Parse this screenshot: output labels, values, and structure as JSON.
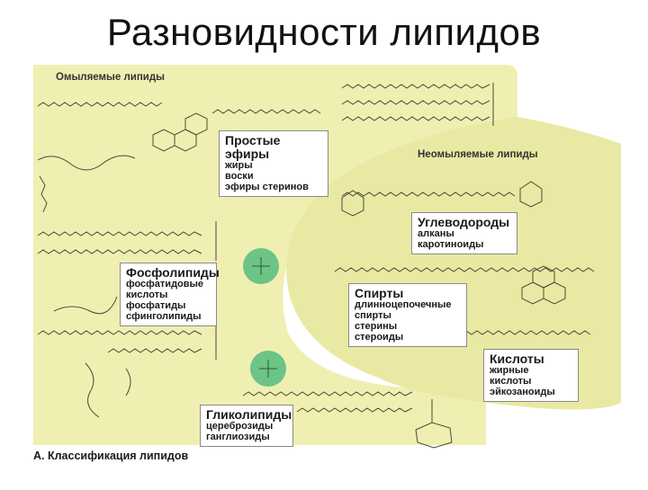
{
  "slide": {
    "title": "Разновидности липидов"
  },
  "regions": {
    "saponifiable": "Омыляемые липиды",
    "unsaponifiable": "Неомыляемые липиды"
  },
  "boxes": {
    "simple_esters": {
      "title": "Простые эфиры",
      "items": [
        "жиры",
        "воски",
        "эфиры стеринов"
      ]
    },
    "phospholipids": {
      "title": "Фосфолипиды",
      "items": [
        "фосфатидовые",
        "кислоты",
        "фосфатиды",
        "сфинголипиды"
      ]
    },
    "glycolipids": {
      "title": "Гликолипиды",
      "items": [
        "цереброзиды",
        "ганглиозиды"
      ]
    },
    "hydrocarbons": {
      "title": "Углеводороды",
      "items": [
        "алканы",
        "каротиноиды"
      ]
    },
    "alcohols": {
      "title": "Спирты",
      "items": [
        "длинноцепочечные",
        "спирты",
        "стерины",
        "стероиды"
      ]
    },
    "acids": {
      "title": "Кислоты",
      "items": [
        "жирные",
        "кислоты",
        "эйкозаноиды"
      ]
    }
  },
  "caption": "А. Классификация липидов",
  "colors": {
    "left_region": "#f0efb2",
    "right_region": "#e9e9a4",
    "phosphate_circle": "#6cc486",
    "structure_line": "#4a4a3a"
  }
}
